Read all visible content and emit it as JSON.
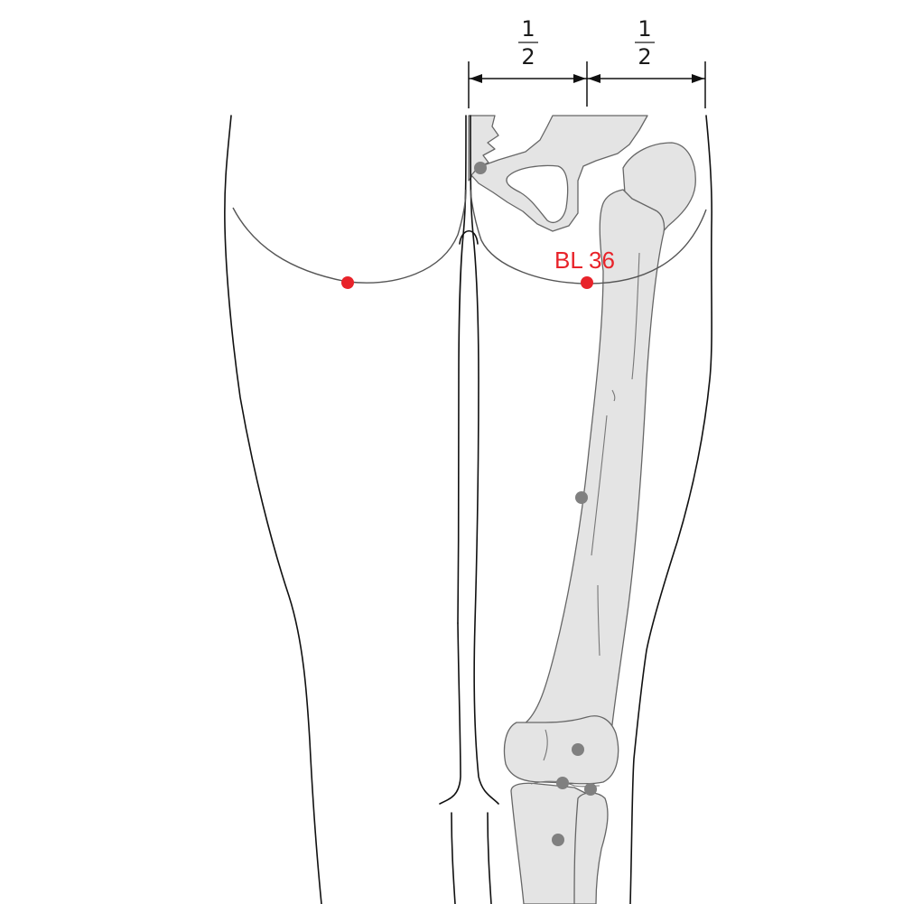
{
  "diagram": {
    "measure": {
      "left_fraction": {
        "numerator": "1",
        "denominator": "2"
      },
      "right_fraction": {
        "numerator": "1",
        "denominator": "2"
      }
    },
    "acupoint": {
      "label": "BL 36"
    },
    "colors": {
      "acupoint": "#e8232a",
      "label": "#e8232a",
      "landmark": "#808080",
      "bone_fill": "#e4e4e4",
      "bone_stroke": "#666666",
      "outline": "#111111"
    }
  }
}
